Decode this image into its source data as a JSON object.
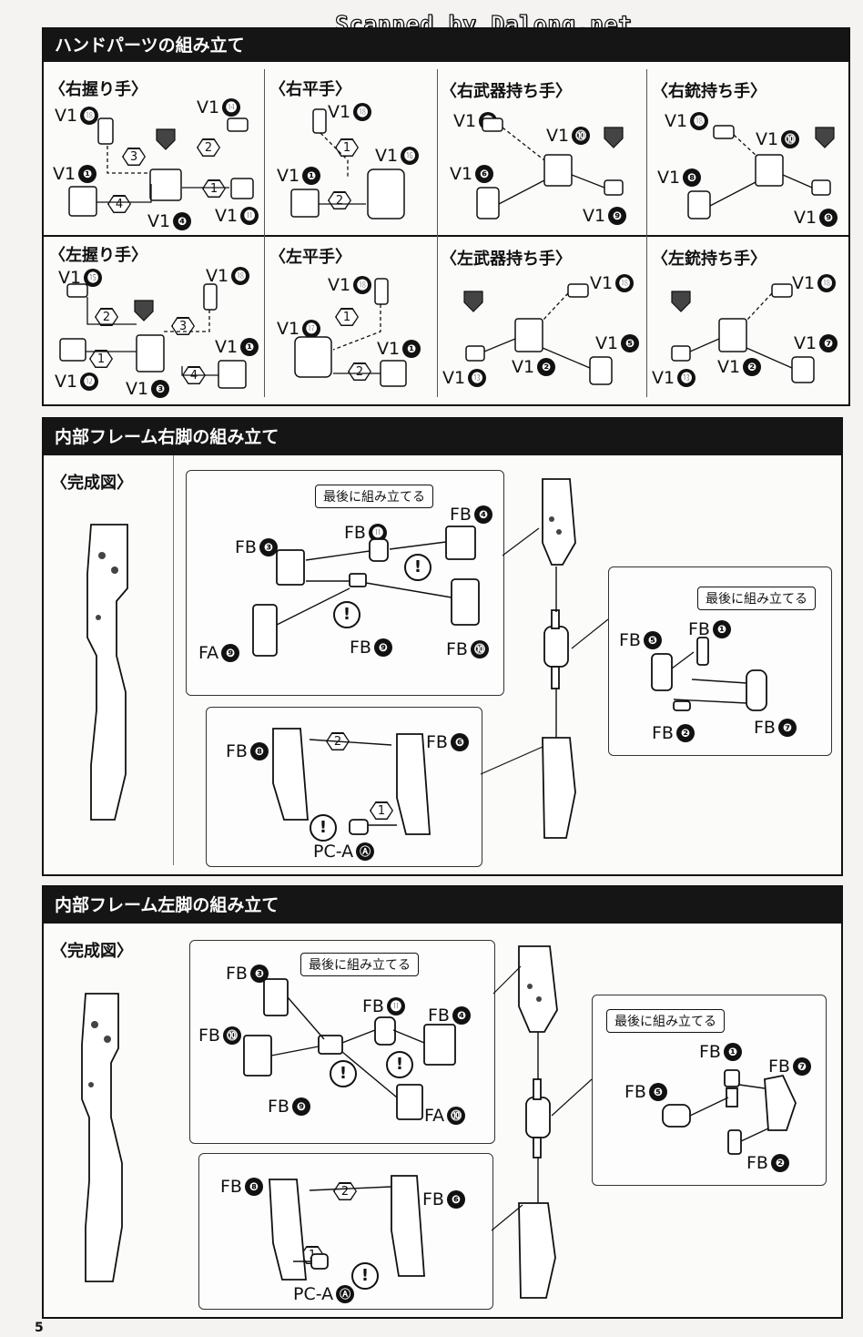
{
  "watermark": "Scanned by Dalong.net",
  "page_number": "5",
  "hands": {
    "title": "ハンドパーツの組み立て",
    "cells": [
      {
        "name": "〈右握り手〉",
        "parts": [
          [
            "V1",
            "⓲"
          ],
          [
            "V1",
            "⓮"
          ],
          [
            "V1",
            "❶"
          ],
          [
            "V1",
            "❹"
          ],
          [
            "V1",
            "⓫"
          ]
        ]
      },
      {
        "name": "〈右平手〉",
        "parts": [
          [
            "V1",
            "⓲"
          ],
          [
            "V1",
            "⓰"
          ],
          [
            "V1",
            "❶"
          ]
        ]
      },
      {
        "name": "〈右武器持ち手〉",
        "parts": [
          [
            "V1",
            "⓲"
          ],
          [
            "V1",
            "⓾"
          ],
          [
            "V1",
            "❻"
          ],
          [
            "V1",
            "❾"
          ]
        ]
      },
      {
        "name": "〈右銃持ち手〉",
        "parts": [
          [
            "V1",
            "⓲"
          ],
          [
            "V1",
            "⓾"
          ],
          [
            "V1",
            "❽"
          ],
          [
            "V1",
            "❾"
          ]
        ]
      },
      {
        "name": "〈左握り手〉",
        "parts": [
          [
            "V1",
            "⓯"
          ],
          [
            "V1",
            "⓲"
          ],
          [
            "V1",
            "❶"
          ],
          [
            "V1",
            "⓬"
          ],
          [
            "V1",
            "❸"
          ]
        ]
      },
      {
        "name": "〈左平手〉",
        "parts": [
          [
            "V1",
            "⓲"
          ],
          [
            "V1",
            "⓱"
          ],
          [
            "V1",
            "❶"
          ]
        ]
      },
      {
        "name": "〈左武器持ち手〉",
        "parts": [
          [
            "V1",
            "⓲"
          ],
          [
            "V1",
            "❺"
          ],
          [
            "V1",
            "⓭"
          ],
          [
            "V1",
            "❷"
          ]
        ]
      },
      {
        "name": "〈左銃持ち手〉",
        "parts": [
          [
            "V1",
            "⓲"
          ],
          [
            "V1",
            "❼"
          ],
          [
            "V1",
            "⓭"
          ],
          [
            "V1",
            "❷"
          ]
        ]
      }
    ]
  },
  "right_leg": {
    "title": "内部フレーム右脚の組み立て",
    "complete": "〈完成図〉",
    "note": "最後に組み立てる",
    "note2": "最後に組み立てる",
    "parts": {
      "fb4": [
        "FB",
        "❹"
      ],
      "fb11": [
        "FB",
        "⓫"
      ],
      "fb3": [
        "FB",
        "❸"
      ],
      "fa9": [
        "FA",
        "❾"
      ],
      "fb9": [
        "FB",
        "❾"
      ],
      "fb10": [
        "FB",
        "⓾"
      ],
      "fb5": [
        "FB",
        "❺"
      ],
      "fb1": [
        "FB",
        "❶"
      ],
      "fb2": [
        "FB",
        "❷"
      ],
      "fb7": [
        "FB",
        "❼"
      ],
      "fb8": [
        "FB",
        "❽"
      ],
      "fb6": [
        "FB",
        "❻"
      ],
      "pca": [
        "PC-A",
        "Ⓐ"
      ]
    }
  },
  "left_leg": {
    "title": "内部フレーム左脚の組み立て",
    "complete": "〈完成図〉",
    "note": "最後に組み立てる",
    "note2": "最後に組み立てる",
    "parts": {
      "fb3": [
        "FB",
        "❸"
      ],
      "fb11": [
        "FB",
        "⓫"
      ],
      "fb4": [
        "FB",
        "❹"
      ],
      "fb10": [
        "FB",
        "⓾"
      ],
      "fb9": [
        "FB",
        "❾"
      ],
      "fa10": [
        "FA",
        "⓾"
      ],
      "fb1": [
        "FB",
        "❶"
      ],
      "fb7": [
        "FB",
        "❼"
      ],
      "fb5": [
        "FB",
        "❺"
      ],
      "fb2": [
        "FB",
        "❷"
      ],
      "fb8": [
        "FB",
        "❽"
      ],
      "fb6": [
        "FB",
        "❻"
      ],
      "pca": [
        "PC-A",
        "Ⓐ"
      ]
    }
  },
  "steps": [
    "1",
    "2",
    "3",
    "4"
  ],
  "warn_symbol": "!"
}
